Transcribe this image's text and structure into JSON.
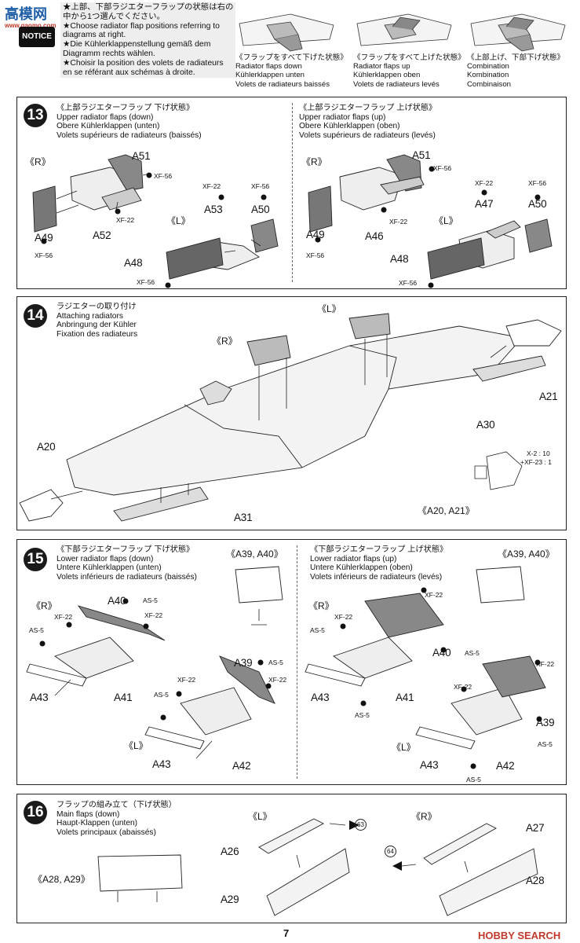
{
  "watermark_top": {
    "cjk": "高",
    "brand": "模网",
    "url": "www.gaomo.com"
  },
  "notice": {
    "badge": "NOTICE",
    "lines": [
      "★上部、下部ラジエターフラップの状態は右の",
      "中から1つ選んでください。",
      "★Choose radiator flap positions referring to",
      "diagrams at right.",
      "★Die Kühlerklappenstellung gemäß dem",
      "Diagramm rechts wählen.",
      "★Choisir la position des volets de radiateurs",
      "en se référant aux schémas à droite."
    ]
  },
  "flap_options": [
    {
      "lines": [
        "《フラップをすべて下げた状態》",
        "Radiator flaps down",
        "Kühlerklappen unten",
        "Volets de radiateurs baissés"
      ]
    },
    {
      "lines": [
        "《フラップをすべて上げた状態》",
        "Radiator flaps up",
        "Kühlerklappen oben",
        "Volets de radiateurs levés"
      ]
    },
    {
      "lines": [
        "《上部上げ、下部下げ状態》",
        "Combination",
        "Kombination",
        "Combinaison"
      ]
    }
  ],
  "step13": {
    "number": "13",
    "left": {
      "lines": [
        "《上部ラジエターフラップ 下げ状態》",
        "Upper radiator flaps (down)",
        "Obere Kühlerklappen (unten)",
        "Volets supérieurs de radiateurs (baissés)"
      ]
    },
    "right": {
      "lines": [
        "《上部ラジエターフラップ 上げ状態》",
        "Upper radiator flaps (up)",
        "Obere Kühlerklappen (oben)",
        "Volets supérieurs de radiateurs (levés)"
      ]
    },
    "labels_left": [
      "《R》",
      "A51",
      "XF-56",
      "XF-22",
      "A49",
      "XF-56",
      "A52",
      "XF-22",
      "A53",
      "XF-56",
      "A50",
      "《L》",
      "A48",
      "XF-56"
    ],
    "labels_right": [
      "《R》",
      "A51",
      "XF-56",
      "XF-22",
      "A49",
      "XF-56",
      "A46",
      "XF-22",
      "A47",
      "XF-56",
      "A50",
      "《L》",
      "A48",
      "XF-56"
    ]
  },
  "step14": {
    "number": "14",
    "lines": [
      "ラジエターの取り付け",
      "Attaching radiators",
      "Anbringung der Kühler",
      "Fixation des radiateurs"
    ],
    "labels": [
      "《L》",
      "《R》",
      "A21",
      "A30",
      "A20",
      "A31",
      "X-2 : 10",
      "+XF-23 : 1",
      "《A20, A21》"
    ]
  },
  "step15": {
    "number": "15",
    "left": {
      "lines": [
        "《下部ラジエターフラップ 下げ状態》",
        "Lower radiator flaps (down)",
        "Untere Kühlerklappen (unten)",
        "Volets inférieurs de radiateurs (baissés)"
      ]
    },
    "right": {
      "lines": [
        "《下部ラジエターフラップ 上げ状態》",
        "Lower radiator flaps (up)",
        "Untere Kühlerklappen (oben)",
        "Volets inférieurs de radiateurs (levés)"
      ]
    },
    "inset": "《A39, A40》",
    "labels_left": [
      "《R》",
      "A40",
      "AS-5",
      "XF-22",
      "XF-22",
      "AS-5",
      "A43",
      "A41",
      "A39",
      "AS-5",
      "XF-22",
      "XF-22",
      "AS-5",
      "《L》",
      "A43",
      "A42"
    ],
    "labels_right": [
      "《R》",
      "XF-22",
      "XF-22",
      "AS-5",
      "A40",
      "AS-5",
      "A43",
      "A41",
      "AS-5",
      "XF-22",
      "XF-22",
      "A39",
      "AS-5",
      "《L》",
      "A43",
      "A42",
      "AS-5"
    ]
  },
  "step16": {
    "number": "16",
    "lines": [
      "フラップの組み立て（下げ状態）",
      "Main flaps (down)",
      "Haupt-Klappen (unten)",
      "Volets principaux (abaissés)"
    ],
    "labels": [
      "《L》",
      "《R》",
      "A26",
      "A27",
      "A29",
      "A28",
      "《A28, A29》",
      "63",
      "64"
    ]
  },
  "page_number": "7",
  "watermark_bottom": "HOBBY SEARCH"
}
